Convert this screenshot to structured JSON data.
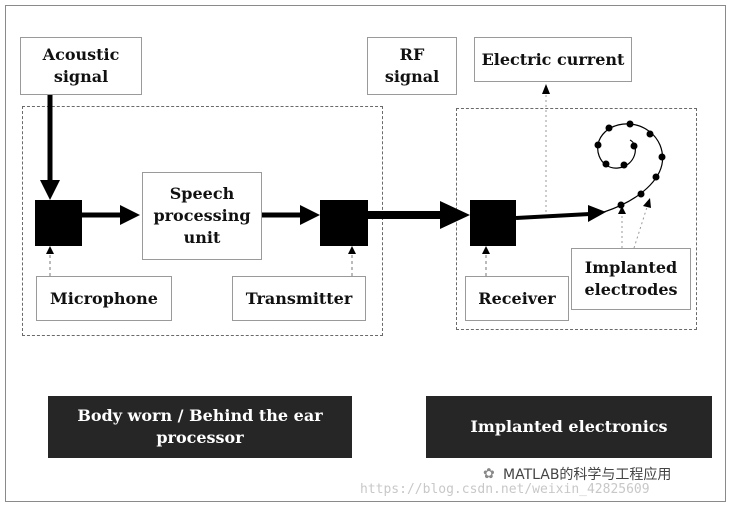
{
  "labels": {
    "acoustic_signal": "Acoustic\nsignal",
    "rf_signal": "RF\nsignal",
    "electric_current": "Electric current",
    "speech_processing_unit": "Speech\nprocessing\nunit",
    "microphone": "Microphone",
    "transmitter": "Transmitter",
    "receiver": "Receiver",
    "implanted_electrodes": "Implanted\nelectrodes"
  },
  "banners": {
    "external": "Body worn / Behind the ear\nprocessor",
    "internal": "Implanted electronics"
  },
  "watermark": {
    "brand": "MATLAB的科学与工程应用",
    "url": "https://blog.csdn.net/weixin_42825609"
  },
  "colors": {
    "banner_bg": "#262626",
    "banner_text": "#ffffff",
    "box_border": "#9a9a9a",
    "dashed": "#6a6a6a",
    "arrow": "#000000"
  }
}
